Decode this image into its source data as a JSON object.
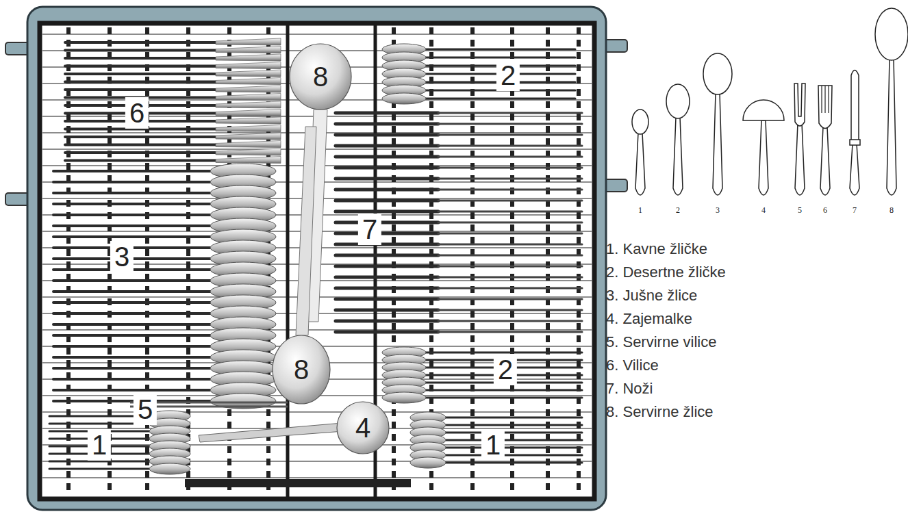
{
  "diagram": {
    "labels": [
      "6",
      "8",
      "2",
      "3",
      "7",
      "8",
      "2",
      "5",
      "4",
      "1",
      "1",
      "1",
      "2",
      "3",
      "4",
      "5",
      "6",
      "7",
      "8",
      "1. Kavne žličke",
      "2. Desertne žličke",
      "3. Jušne žlice",
      "4. Zajemalke",
      "5. Servirne vilice",
      "6. Vilice",
      "7. Noži",
      "8. Servirne žlice"
    ]
  }
}
